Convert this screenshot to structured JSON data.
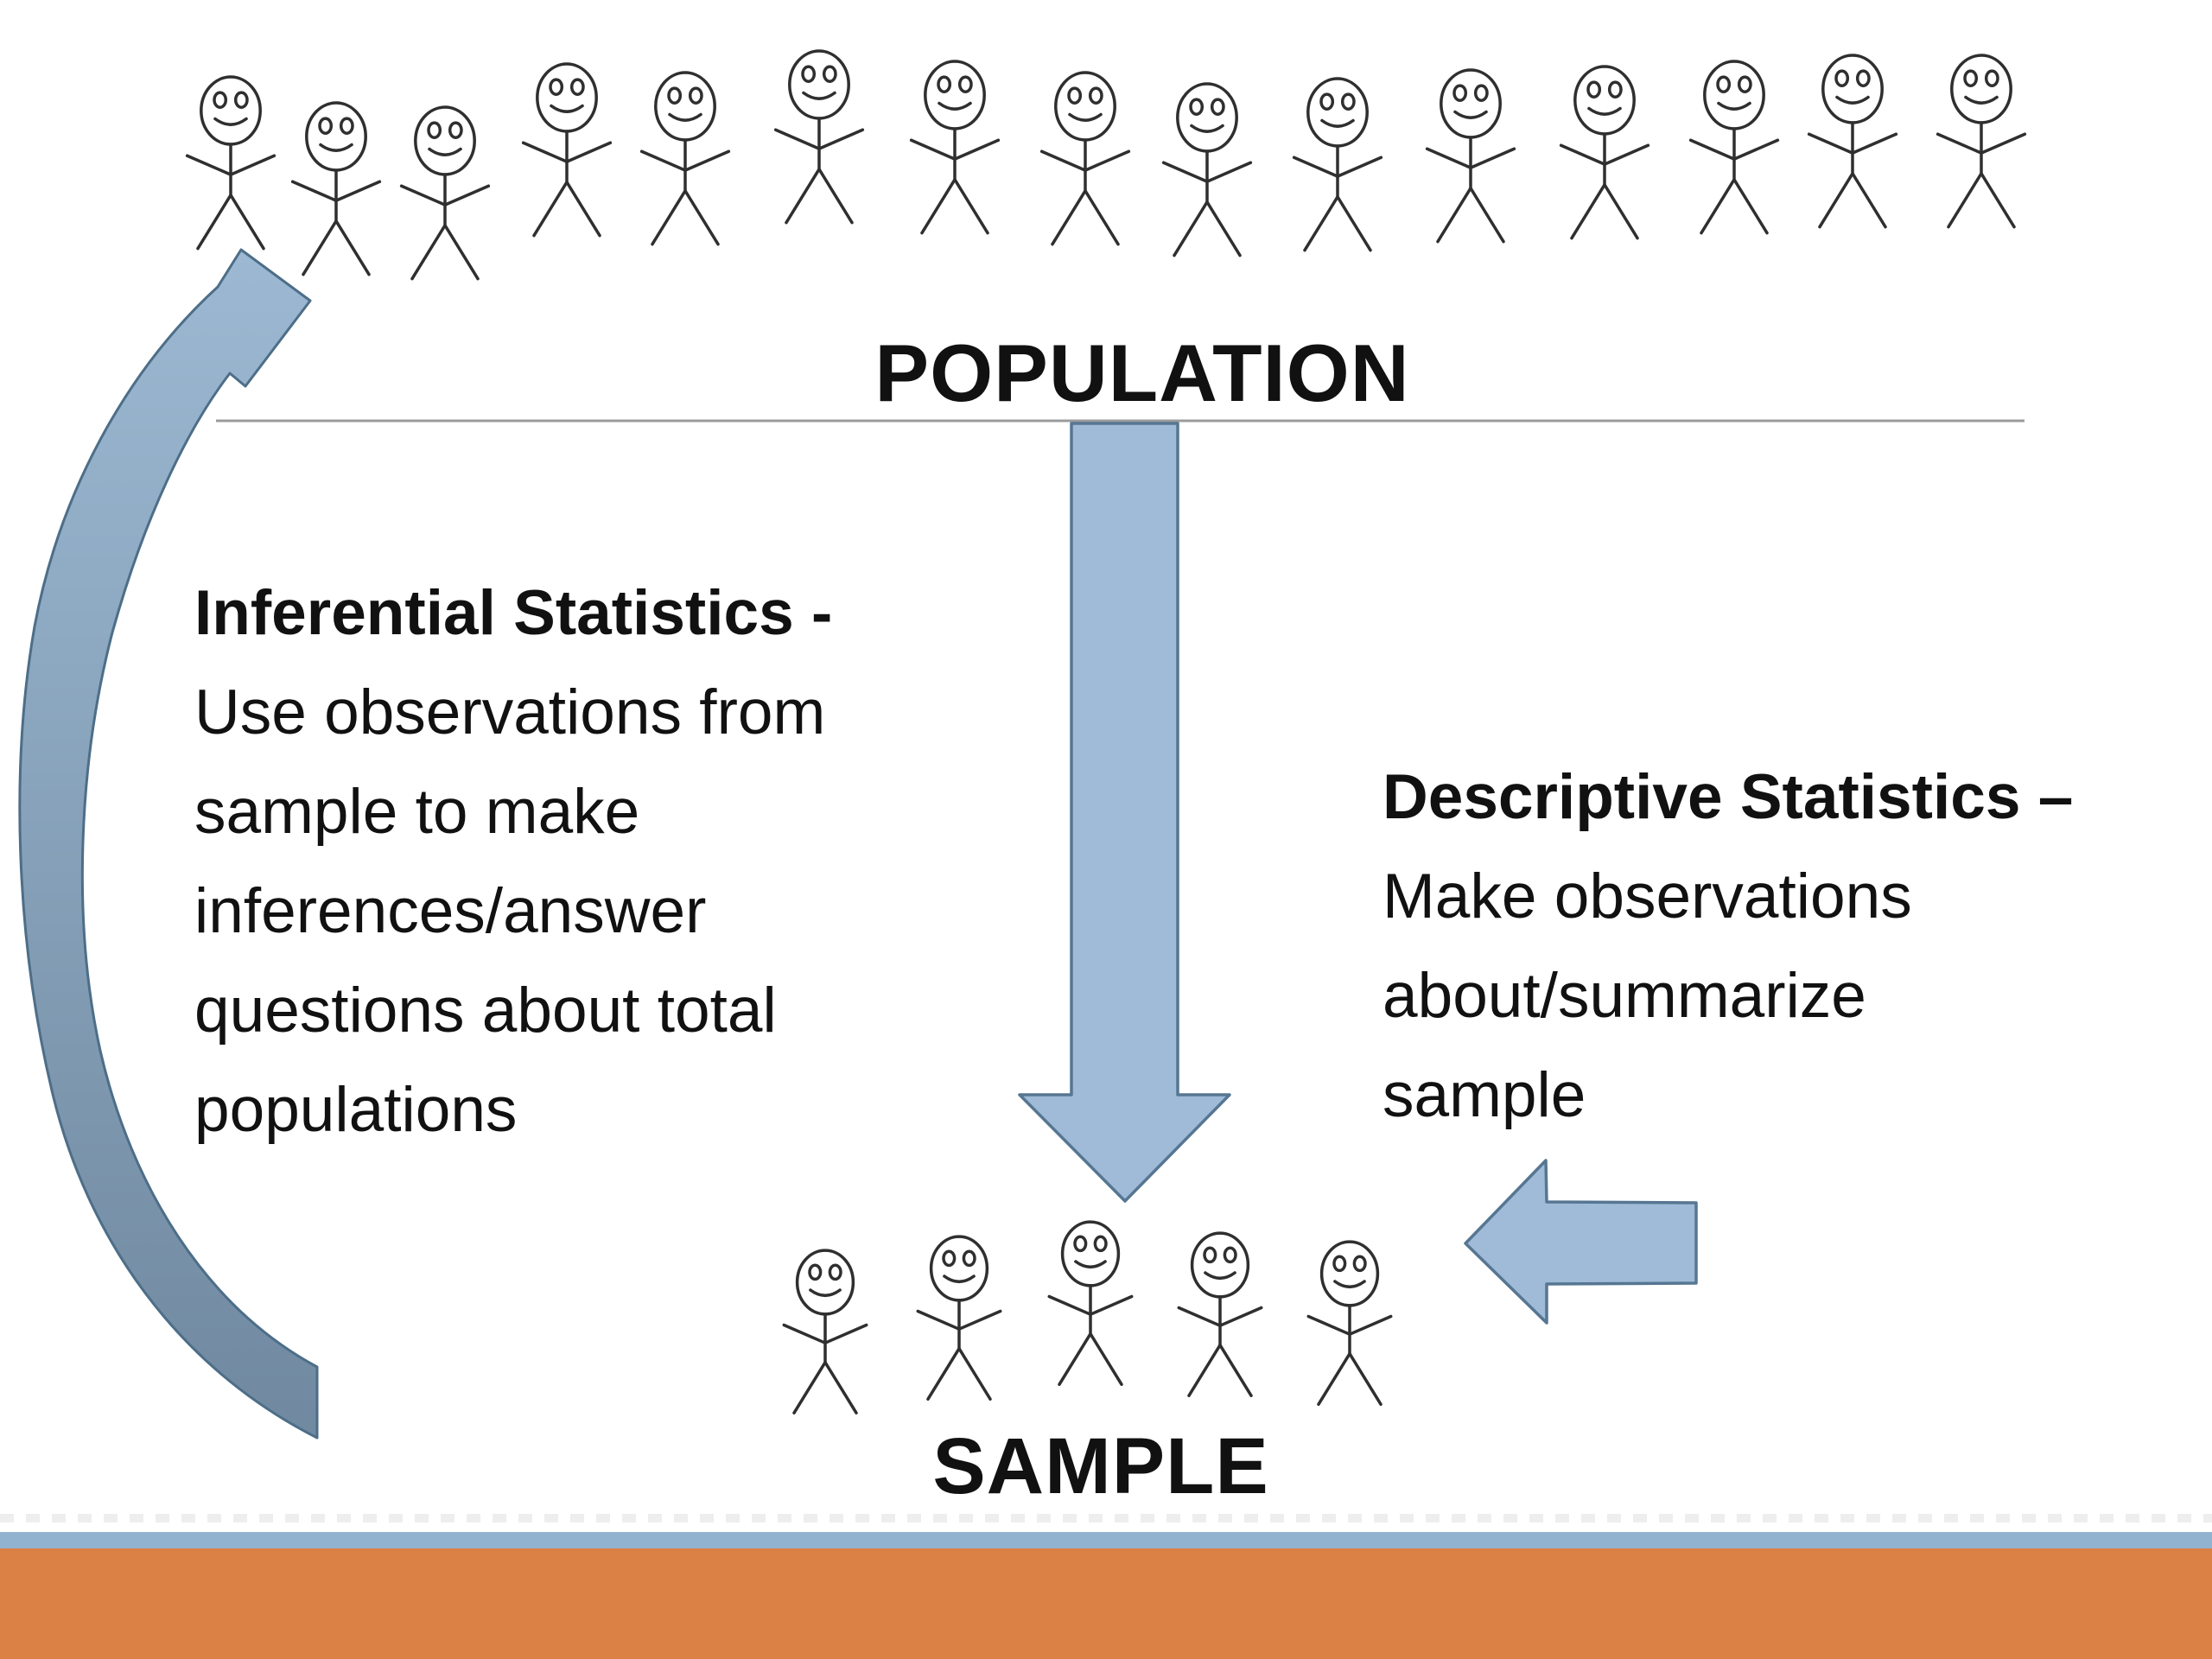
{
  "slide": {
    "population_label": "POPULATION",
    "sample_label": "SAMPLE",
    "inferential": {
      "lines": [
        "Inferential Statistics -",
        "Use observations from",
        "sample to make",
        "inferences/answer",
        "questions about total",
        "populations"
      ]
    },
    "descriptive": {
      "lines": [
        "Descriptive Statistics –",
        "Make observations",
        "about/summarize",
        "sample"
      ]
    },
    "population_figure_count": 15,
    "sample_figure_count": 5,
    "colors": {
      "arrow_fill": "#9fbbd7",
      "arrow_stroke": "#567692",
      "cycle_arrow_top": "#9cb8d2",
      "cycle_arrow_bottom": "#7089a0",
      "cycle_arrow_stroke": "#4d6e88",
      "divider": "#9b9b9b",
      "figure_stroke": "#2f2f2f",
      "footer_blue": "#92b3d0",
      "footer_orange": "#dc8146",
      "text": "#111111"
    }
  }
}
